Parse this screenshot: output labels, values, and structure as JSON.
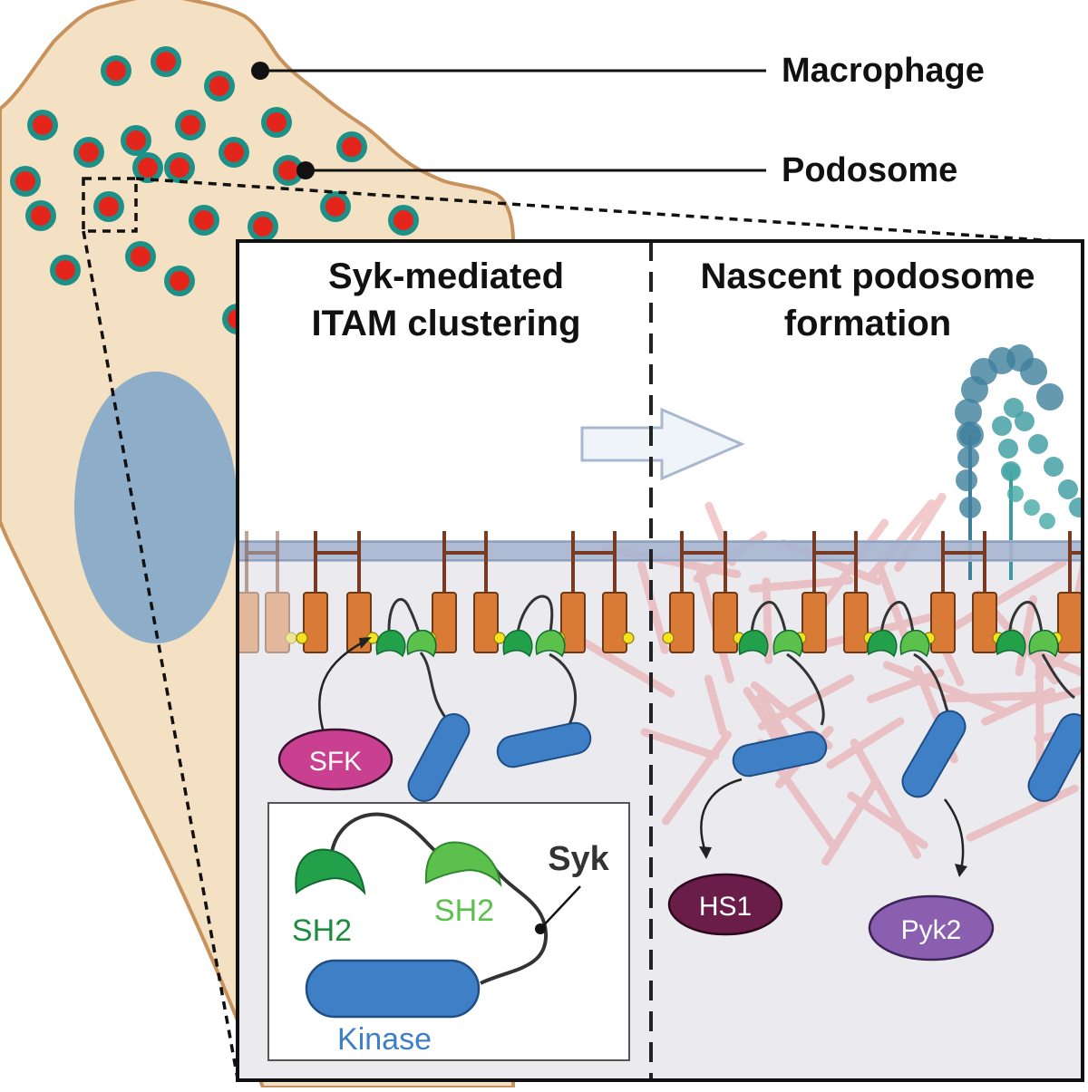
{
  "labels": {
    "macrophage": "Macrophage",
    "podosome": "Podosome"
  },
  "panels": {
    "left_title_line1": "Syk-mediated",
    "left_title_line2": "ITAM clustering",
    "right_title_line1": "Nascent podosome",
    "right_title_line2": "formation"
  },
  "proteins": {
    "sfk": "SFK",
    "hs1": "HS1",
    "pyk2": "Pyk2"
  },
  "legend": {
    "syk": "Syk",
    "sh2_left": "SH2",
    "sh2_right": "SH2",
    "kinase": "Kinase"
  },
  "colors": {
    "cell_fill": "#f4e0c2",
    "cell_outline": "#c8925d",
    "nucleus": "#8eadc9",
    "podosome_core": "#e3251b",
    "podosome_ring": "#1d9088",
    "panel_bg": "#ebebef",
    "membrane": "#a7b6cf",
    "receptor": "#d97a36",
    "receptor_stalk": "#7a3a22",
    "itam": "#f3e21d",
    "sh2_dark": "#22a04a",
    "sh2_light": "#5cc04c",
    "kinase": "#3f7fc6",
    "sfk": "#c8408f",
    "hs1": "#6b1d4a",
    "pyk2": "#8a5fb0",
    "actin": "#e8a0a4",
    "arrow_fill": "#eef4f8"
  }
}
